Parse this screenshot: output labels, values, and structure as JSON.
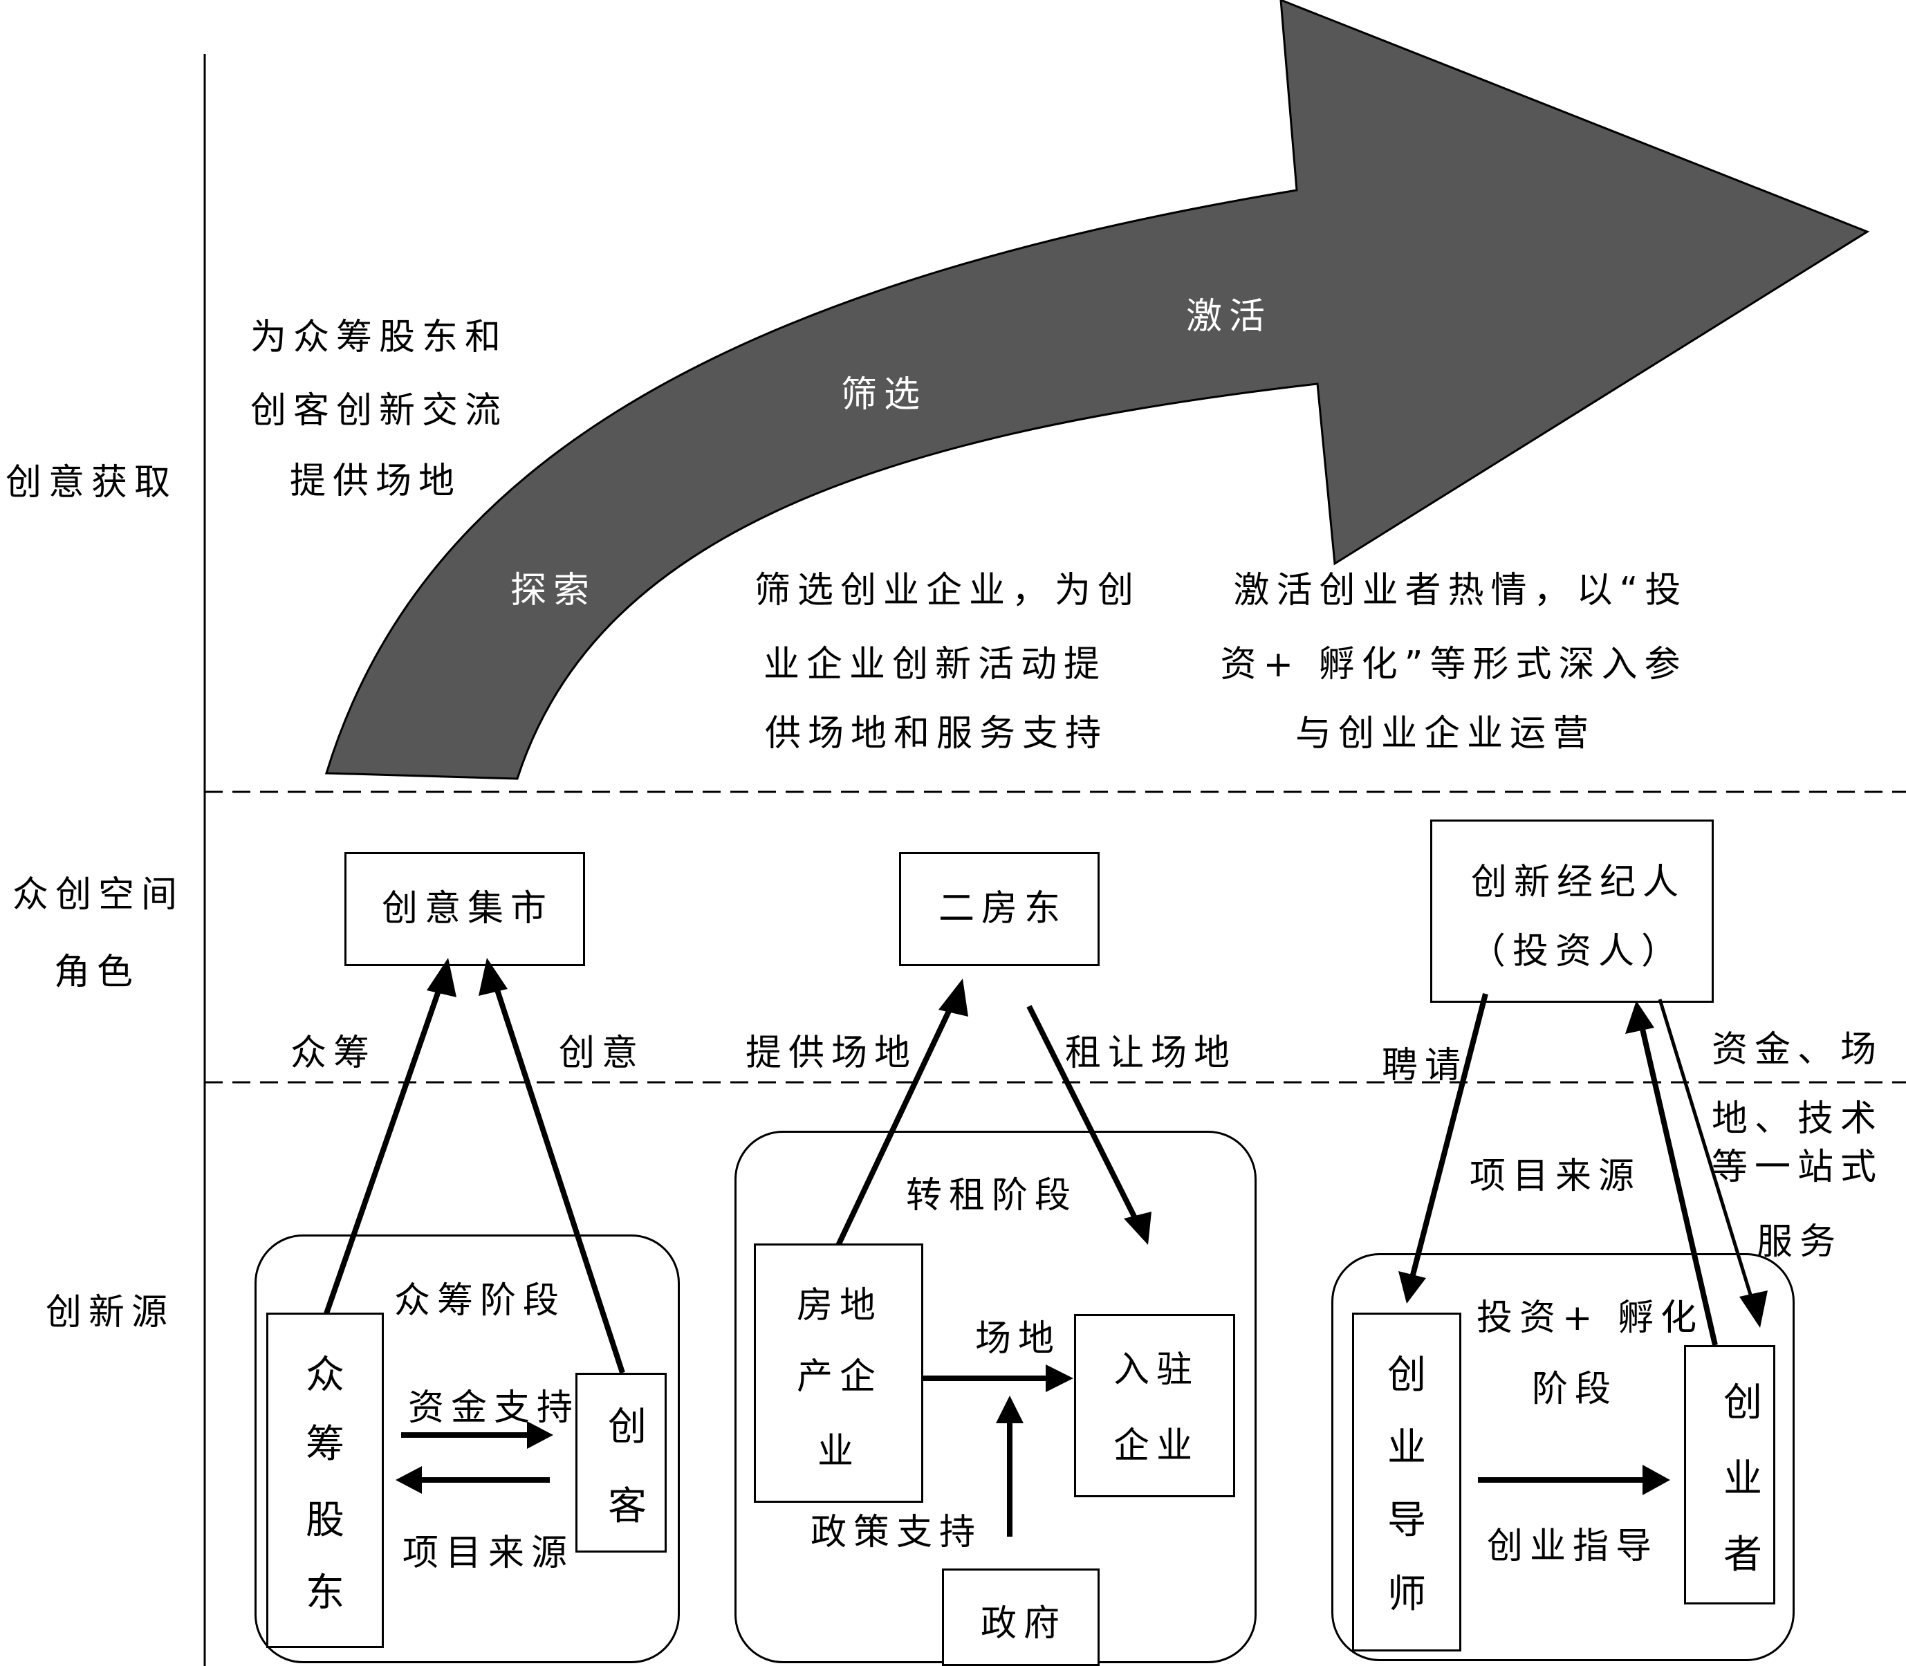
{
  "rows": {
    "top": "创意获取",
    "middle_line1": "众创空间",
    "middle_line2": "角色",
    "bottom": "创新源"
  },
  "arrow": {
    "stage1": "探索",
    "stage2": "筛选",
    "stage3": "激活",
    "color": "#575757"
  },
  "descriptions": {
    "d1": [
      "为众筹股东和",
      "创客创新交流",
      "提供场地"
    ],
    "d2": [
      "筛选创业企业，为创",
      "业企业创新活动提",
      "供场地和服务支持"
    ],
    "d3": [
      "激活创业者热情，以“投",
      "资+ 孵化”等形式深入参",
      "与创业企业运营"
    ]
  },
  "roles": {
    "r1": "创意集市",
    "r2": "二房东",
    "r3_line1": "创新经纪人",
    "r3_line2": "（投资人）"
  },
  "flows": {
    "f1": "众筹",
    "f2": "创意",
    "f3": "提供场地",
    "f4": "租让场地",
    "f5": "聘请",
    "f6": "项目来源",
    "f7": [
      "资金、场",
      "地、技术",
      "等一站式",
      "服务"
    ]
  },
  "group1": {
    "title": "众筹阶段",
    "left": [
      "众",
      "筹",
      "股",
      "东"
    ],
    "right": [
      "创",
      "客"
    ],
    "top_label": "资金支持",
    "bottom_label": "项目来源"
  },
  "group2": {
    "title": "转租阶段",
    "left": [
      "房地",
      "产企",
      "业"
    ],
    "right": [
      "入驻",
      "企业"
    ],
    "arrow_label": "场地",
    "policy": "政策支持",
    "gov": "政府"
  },
  "group3": {
    "title_line1": "投资+ 孵化",
    "title_line2": "阶段",
    "left": [
      "创",
      "业",
      "导",
      "师"
    ],
    "right": [
      "创",
      "业",
      "者"
    ],
    "arrow_label": "创业指导"
  }
}
